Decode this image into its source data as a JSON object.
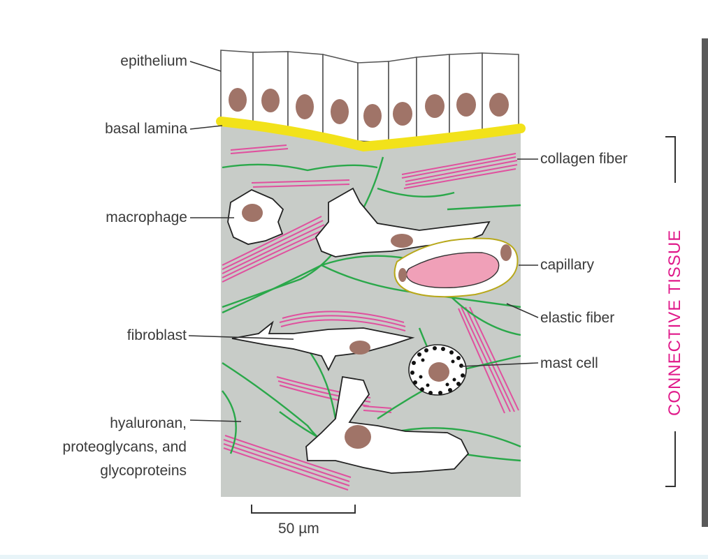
{
  "labels": {
    "epithelium": "epithelium",
    "basal_lamina": "basal lamina",
    "macrophage": "macrophage",
    "fibroblast": "fibroblast",
    "hyaluronan": "hyaluronan,\nproteoglycans, and\nglycoproteins",
    "collagen_fiber": "collagen fiber",
    "capillary": "capillary",
    "elastic_fiber": "elastic fiber",
    "mast_cell": "mast cell",
    "connective_tissue": "CONNECTIVE TISSUE",
    "scale_bar": "50 µm"
  },
  "colors": {
    "matrix": "#c8ccc8",
    "basal_lamina": "#f2e21a",
    "collagen": "#e0509e",
    "elastic": "#2aa84a",
    "nucleus": "#a07468",
    "capillary_lumen": "#f0a0b8",
    "connective_label": "#e0198a"
  }
}
